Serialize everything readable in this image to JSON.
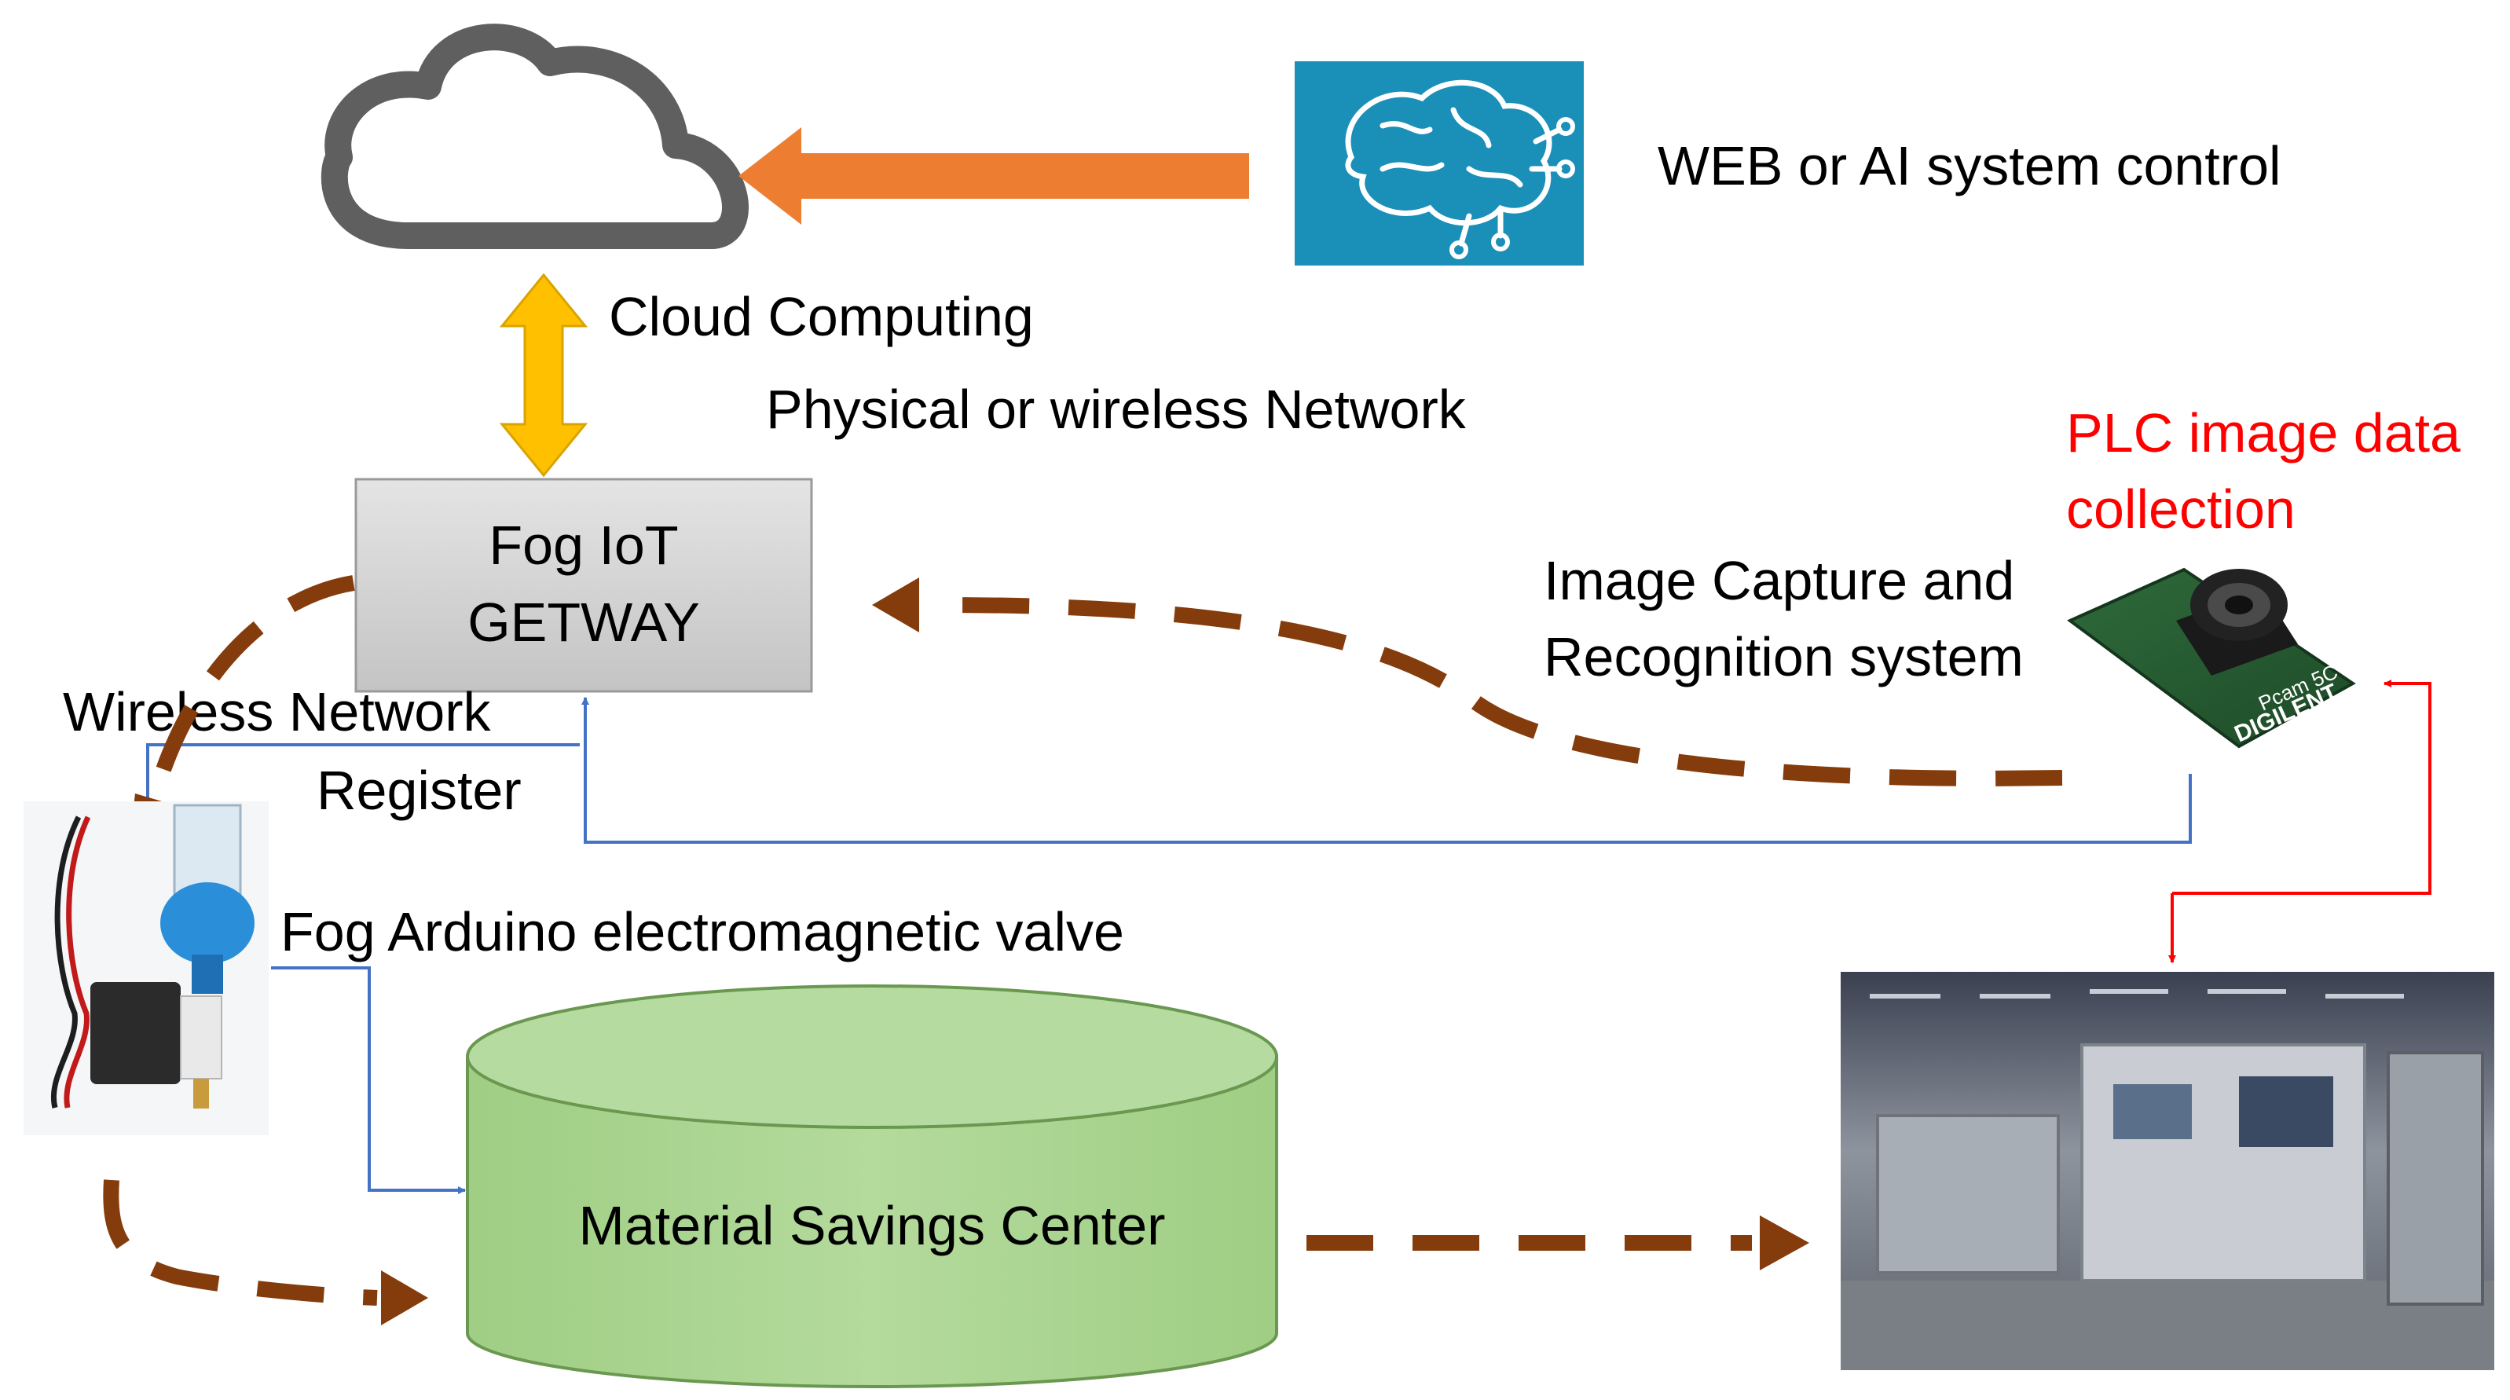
{
  "labels": {
    "web_ai": "WEB or AI system control",
    "cloud_computing": "Cloud Computing",
    "network": "Physical or wireless Network",
    "plc_line1": "PLC image data",
    "plc_line2": "collection",
    "image_capture_line1": "Image Capture and",
    "image_capture_line2": "Recognition system",
    "gateway_line1": "Fog IoT",
    "gateway_line2": "GETWAY",
    "wireless_network": "Wireless Network",
    "register": "Register",
    "valve": "Fog Arduino electromagnetic valve",
    "savings_center": "Material Savings Center",
    "camera_board_line1": "Pcam 5C",
    "camera_board_line2": "DIGILENT"
  },
  "colors": {
    "orange_arrow": "#ed7d31",
    "gold_arrow": "#ffc000",
    "brown_dash": "#843c0c",
    "blue_line": "#4472c4",
    "red_line": "#ff0000",
    "cylinder_fill": "#a9d18e",
    "gateway_fill": "#d0d0d0",
    "ai_tile": "#1a8fb8"
  },
  "icons": {
    "cloud": "cloud-icon",
    "ai": "brain-circuit-icon",
    "camera": "camera-module-icon",
    "valve": "solenoid-valve-icon",
    "factory": "factory-photo"
  }
}
